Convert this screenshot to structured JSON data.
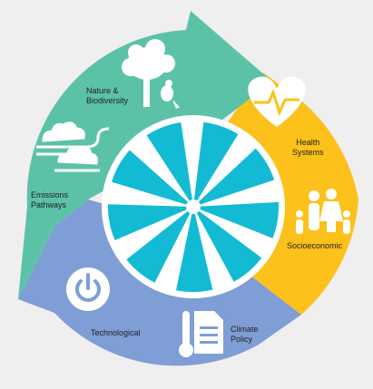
{
  "colors": {
    "background": "#f0efef",
    "teal": "#5bc2a8",
    "yellow": "#fcc11a",
    "blue": "#7f9ed6",
    "hub_cyan": "#12bbd3",
    "icon_white": "#ffffff"
  },
  "hub": {
    "segments": 9
  },
  "segments": [
    {
      "id": "nature",
      "label": "Nature &\nBiodiversity",
      "icon": "tree-kangaroo-icon"
    },
    {
      "id": "emissions",
      "label": "Emissions\nPathways",
      "icon": "cloud-path-icon"
    },
    {
      "id": "health",
      "label": "Health\nSystems",
      "icon": "heart-pulse-icon"
    },
    {
      "id": "socio",
      "label": "Socioeconomic",
      "icon": "family-icon"
    },
    {
      "id": "tech",
      "label": "Technological",
      "icon": "power-icon"
    },
    {
      "id": "policy",
      "label": "Climate\nPolicy",
      "icon": "thermometer-document-icon"
    }
  ]
}
